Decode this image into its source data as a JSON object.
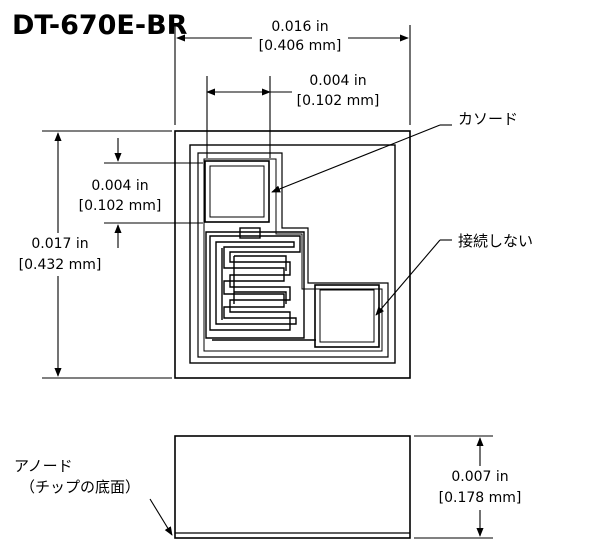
{
  "title": "DT-670E-BR",
  "top_view": {
    "width_dimension": {
      "imperial": "0.016 in",
      "metric": "[0.406 mm]"
    },
    "pad_width_dimension": {
      "imperial": "0.004 in",
      "metric": "[0.102 mm]"
    },
    "pad_height_dimension": {
      "imperial": "0.004 in",
      "metric": "[0.102 mm]"
    },
    "height_dimension": {
      "imperial": "0.017 in",
      "metric": "[0.432 mm]"
    },
    "cathode_label": "カソード",
    "no_connect_label": "接続しない"
  },
  "side_view": {
    "thickness_dimension": {
      "imperial": "0.007 in",
      "metric": "[0.178 mm]"
    },
    "anode_label_line1": "アノード",
    "anode_label_line2": "（チップの底面）"
  }
}
